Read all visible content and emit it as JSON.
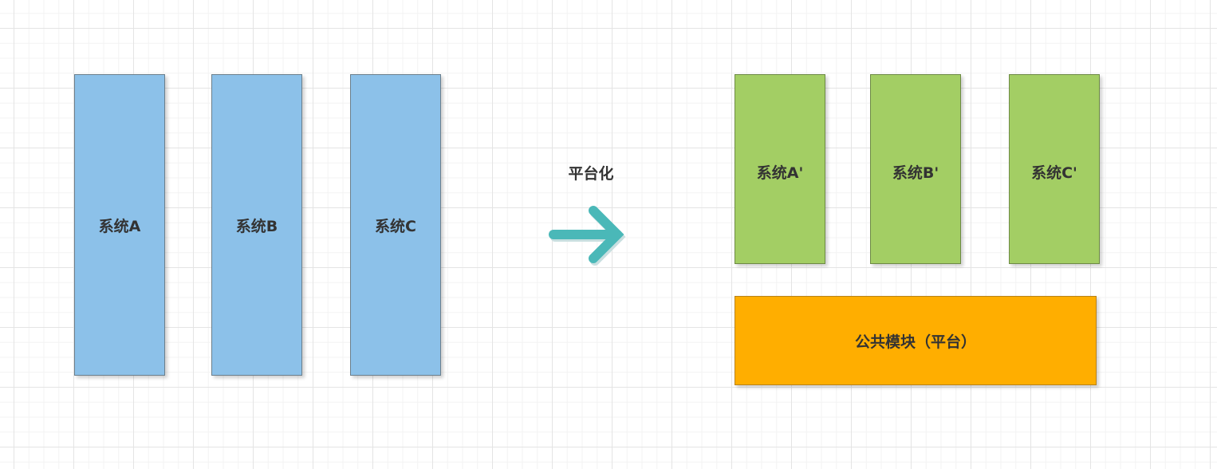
{
  "before": {
    "systems": [
      {
        "label": "系统A"
      },
      {
        "label": "系统B"
      },
      {
        "label": "系统C"
      }
    ]
  },
  "transition": {
    "label": "平台化"
  },
  "after": {
    "systems": [
      {
        "label": "系统A'"
      },
      {
        "label": "系统B'"
      },
      {
        "label": "系统C'"
      }
    ],
    "platform": {
      "label": "公共模块（平台）"
    }
  },
  "colors": {
    "before_box": "#8cc1e9",
    "after_box": "#a3ce64",
    "platform_box": "#ffae00",
    "arrow": "#4ab8b8",
    "text": "#333333"
  }
}
